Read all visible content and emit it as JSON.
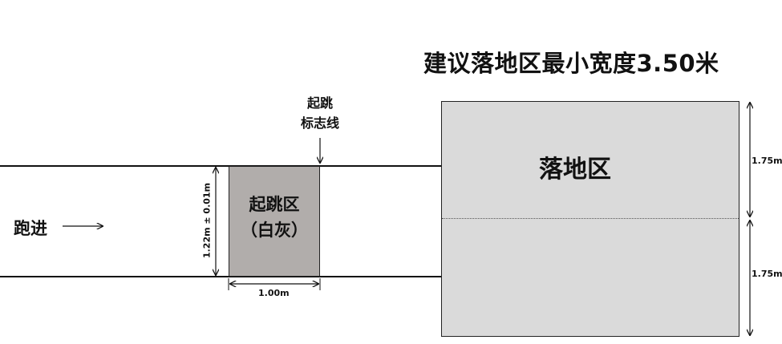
{
  "title": "建议落地区最小宽度3.50米",
  "runup_label": "跑进",
  "takeoff_line_label": [
    "起跳",
    "标志线"
  ],
  "takeoff_zone_label": [
    "起跳区",
    "（白灰）"
  ],
  "landing_zone_label": "落地区",
  "dim_height": "1.22m ± 0.01m",
  "dim_width": "1.00m",
  "dim_half_upper": "1.75m",
  "dim_half_lower": "1.75m",
  "colors": {
    "takeoff_zone_fill": "#b1adab",
    "landing_zone_fill": "#dadada",
    "line": "#111111"
  }
}
